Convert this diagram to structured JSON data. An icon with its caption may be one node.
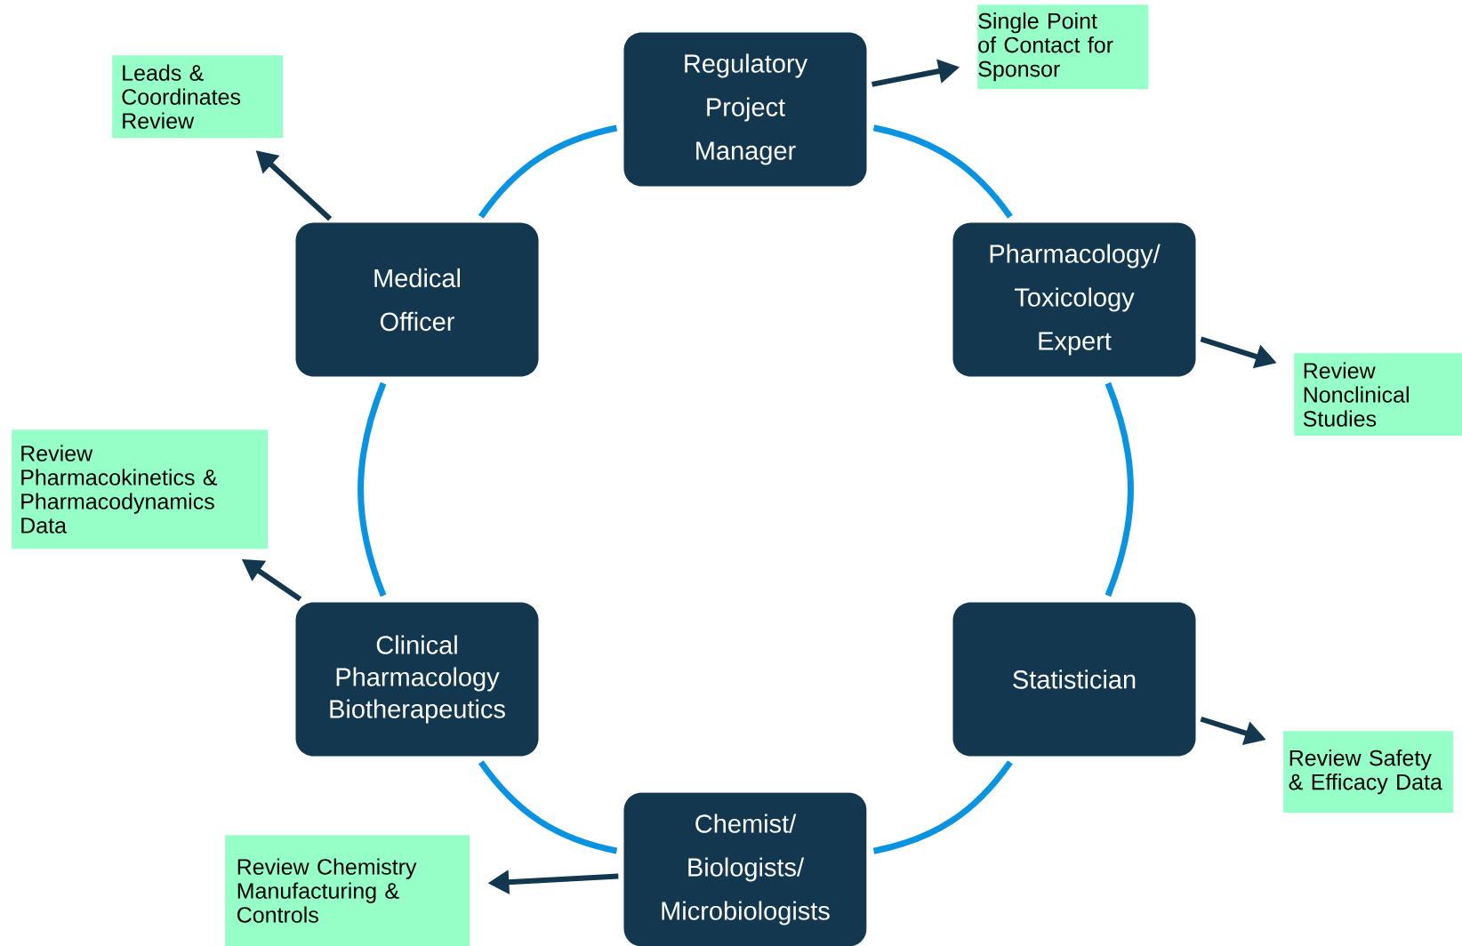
{
  "diagram": {
    "nodes": [
      {
        "text": [
          "Regulatory Project Manager"
        ]
      },
      {
        "text": [
          "Pharmacology/ Toxicology Expert"
        ]
      },
      {
        "text": [
          "Statistician"
        ]
      },
      {
        "text": [
          "Chemist/ Biologists/ Microbiologists"
        ]
      },
      {
        "text": [
          "Clinical Pharmacology Biotherapeutics"
        ]
      },
      {
        "text": [
          "Medical Officer"
        ]
      },
      {
        "text": [
          "Single Point of Contact for Sponsor"
        ]
      },
      {
        "text": [
          "Review Nonclinical Studies"
        ]
      },
      {
        "text": [
          "Review Safety & Efficacy Data"
        ]
      },
      {
        "text": [
          "Review Chemistry Manufacturing & Controls"
        ]
      },
      {
        "text": [
          "Review Pharmacokinetics & Pharmacodynamics Data"
        ]
      },
      {
        "text": [
          "Leads & Coordinates Review"
        ]
      }
    ],
    "edges": [
      {
        "from": 0,
        "to": 1,
        "arrow": "none",
        "color": "#0a93e0"
      },
      {
        "from": 1,
        "to": 2,
        "arrow": "none",
        "color": "#0a93e0"
      },
      {
        "from": 2,
        "to": 3,
        "arrow": "none",
        "color": "#0a93e0"
      },
      {
        "from": 3,
        "to": 4,
        "arrow": "none",
        "color": "#0a93e0"
      },
      {
        "from": 4,
        "to": 5,
        "arrow": "none",
        "color": "#0a93e0"
      },
      {
        "from": 5,
        "to": 0,
        "arrow": "none",
        "color": "#0a93e0"
      },
      {
        "from": 0,
        "to": 6,
        "arrow": "to",
        "color": "#12374f"
      },
      {
        "from": 1,
        "to": 7,
        "arrow": "to",
        "color": "#12374f"
      },
      {
        "from": 2,
        "to": 8,
        "arrow": "to",
        "color": "#12374f"
      },
      {
        "from": 3,
        "to": 9,
        "arrow": "to",
        "color": "#12374f"
      },
      {
        "from": 4,
        "to": 10,
        "arrow": "to",
        "color": "#12374f"
      },
      {
        "from": 5,
        "to": 11,
        "arrow": "to",
        "color": "#12374f"
      }
    ]
  }
}
